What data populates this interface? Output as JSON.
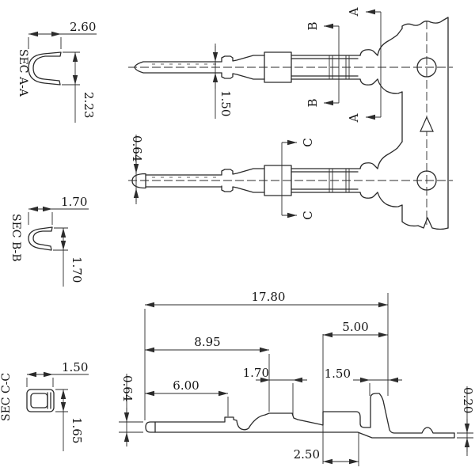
{
  "sections": {
    "aa": {
      "label": "SEC A-A",
      "dim_width": "2.60",
      "dim_height": "2.23"
    },
    "bb": {
      "label": "SEC B-B",
      "dim_width": "1.70",
      "dim_height": "1.70"
    },
    "cc": {
      "label": "SEC C-C",
      "dim_width": "1.50",
      "dim_height": "1.65"
    }
  },
  "cut_markers": {
    "a": "A",
    "b": "B",
    "c": "C"
  },
  "side_view_top": {
    "dim_pin_diameter": "1.50"
  },
  "side_view_middle": {
    "dim_tip_diameter": "0.64"
  },
  "profile_view": {
    "dim_overall_length": "17.80",
    "dim_contact_length": "8.95",
    "dim_rear_section": "5.00",
    "dim_pin_length": "6.00",
    "dim_transition_width": "1.70",
    "dim_lance_width": "1.50",
    "dim_cutoff_width": "2.50",
    "dim_tip_height": "0.64",
    "dim_strip_thickness": "0.20"
  },
  "colors": {
    "line": "#2b2b2b",
    "background": "#ffffff"
  }
}
